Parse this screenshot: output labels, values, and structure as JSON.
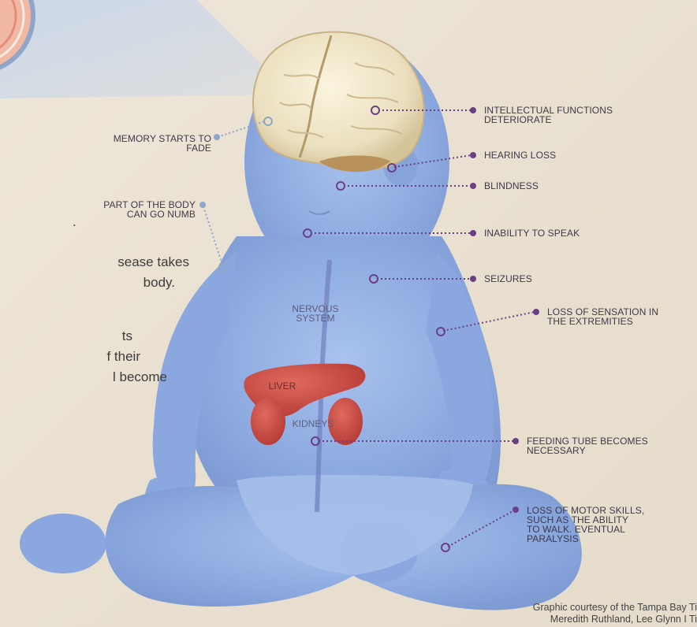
{
  "labels_right": [
    {
      "text1": "INTELLECTUAL FUNCTIONS",
      "text2": "DETERIORATE"
    },
    {
      "text1": "HEARING LOSS",
      "text2": ""
    },
    {
      "text1": "BLINDNESS",
      "text2": ""
    },
    {
      "text1": "INABILITY TO SPEAK",
      "text2": ""
    },
    {
      "text1": "SEIZURES",
      "text2": ""
    },
    {
      "text1": "LOSS OF SENSATION IN",
      "text2": "THE EXTREMITIES"
    },
    {
      "text1": "FEEDING TUBE BECOMES",
      "text2": "NECESSARY"
    },
    {
      "text1": "LOSS OF MOTOR SKILLS,",
      "text2": "SUCH AS THE ABILITY",
      "text3": "TO WALK. EVENTUAL",
      "text4": "PARALYSIS"
    }
  ],
  "labels_left": [
    {
      "text1": "MEMORY STARTS TO",
      "text2": "FADE"
    },
    {
      "text1": "PART OF THE BODY",
      "text2": "CAN GO NUMB"
    }
  ],
  "organs": {
    "nervous1": "NERVOUS",
    "nervous2": "SYSTEM",
    "liver": "LIVER",
    "kidneys": "KIDNEYS"
  },
  "partial_text": [
    ".",
    "sease takes",
    "body.",
    "ts",
    "f their",
    "l become"
  ],
  "credit": {
    "line1": "Graphic courtesy of the Tampa Bay Ti",
    "line2": "Meredith Ruthland, Lee Glynn I Ti"
  },
  "colors": {
    "body_blue": "#8aa9de",
    "body_blue_light": "#a6c0ea",
    "brain": "#efe4c4",
    "brain_shadow": "#b8925a",
    "organ_red": "#c8453f",
    "dot_purple": "#6a3f86",
    "left_dot": "#8ea7c9"
  }
}
